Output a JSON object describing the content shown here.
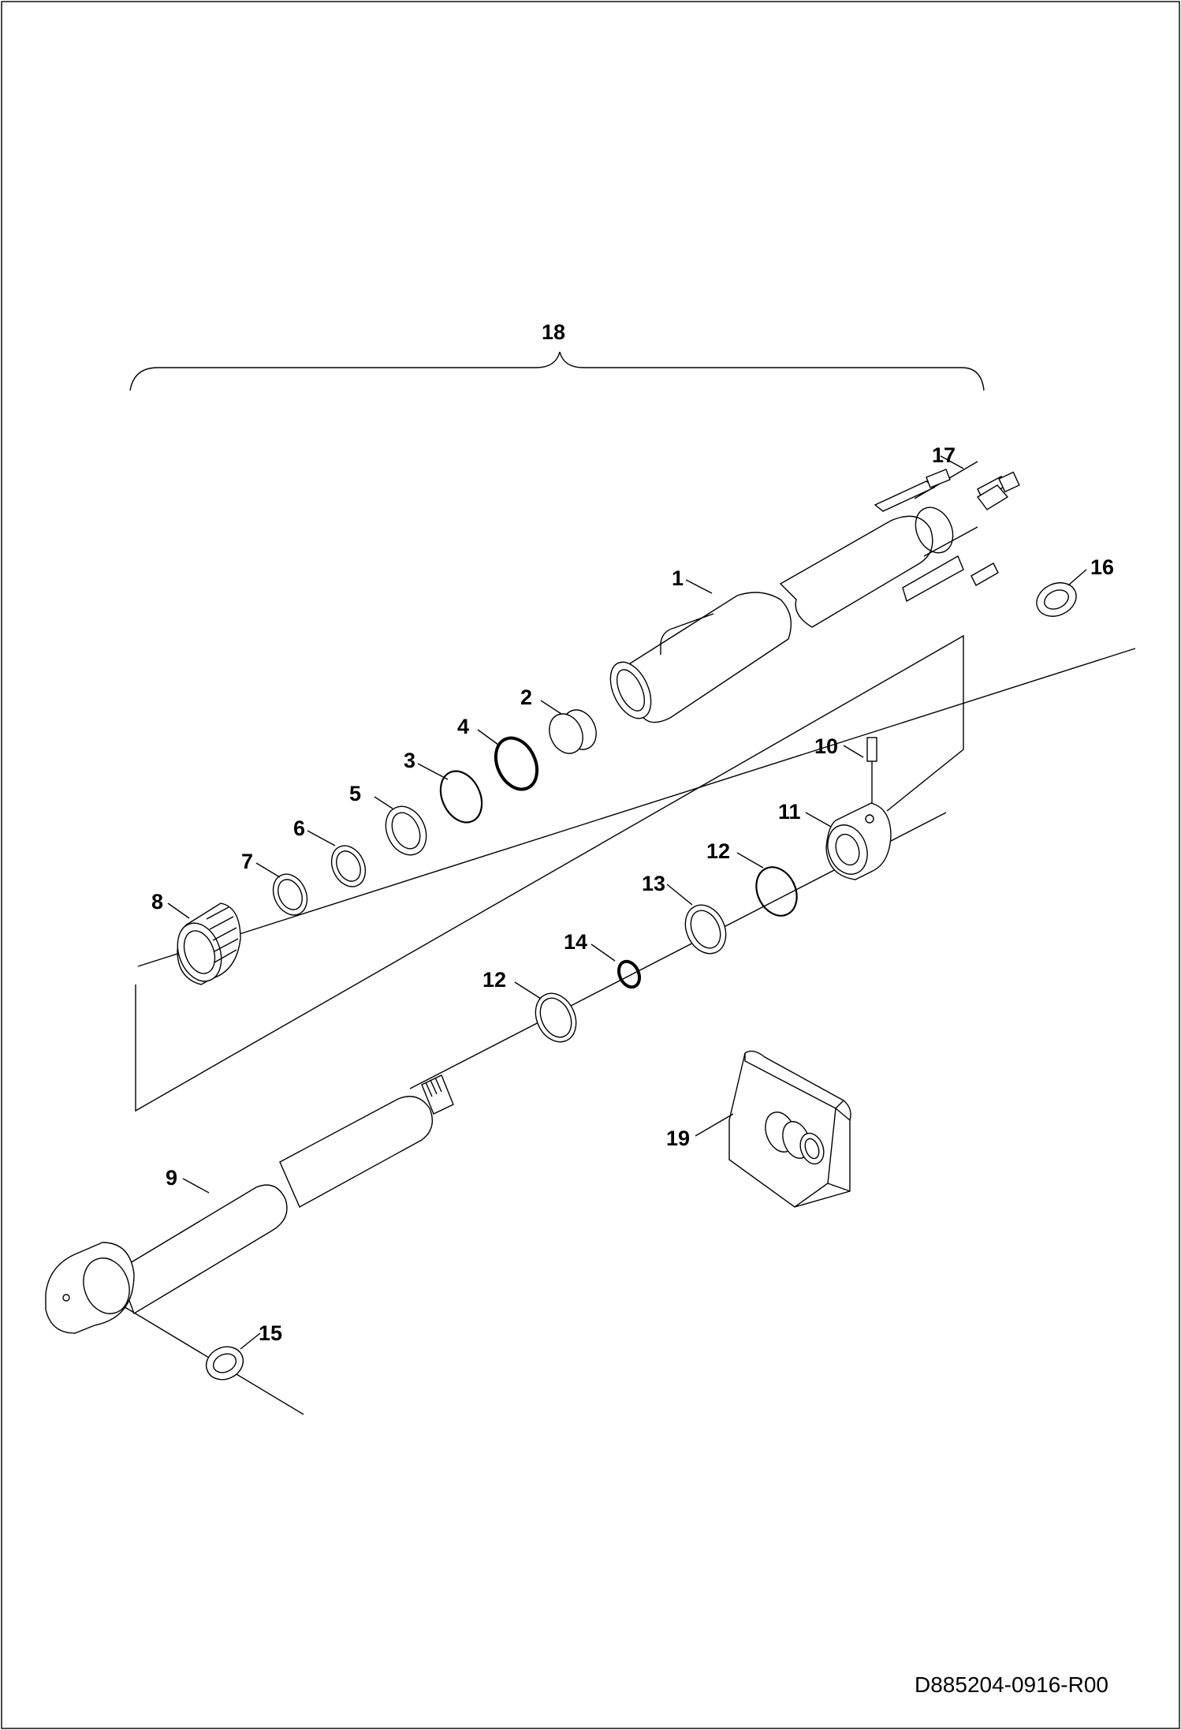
{
  "drawing": {
    "document_id": "D885204-0916-R00",
    "callouts": [
      "18",
      "17",
      "16",
      "1",
      "2",
      "4",
      "3",
      "5",
      "6",
      "7",
      "8",
      "10",
      "11",
      "12",
      "13",
      "14",
      "12",
      "9",
      "15",
      "19"
    ]
  }
}
